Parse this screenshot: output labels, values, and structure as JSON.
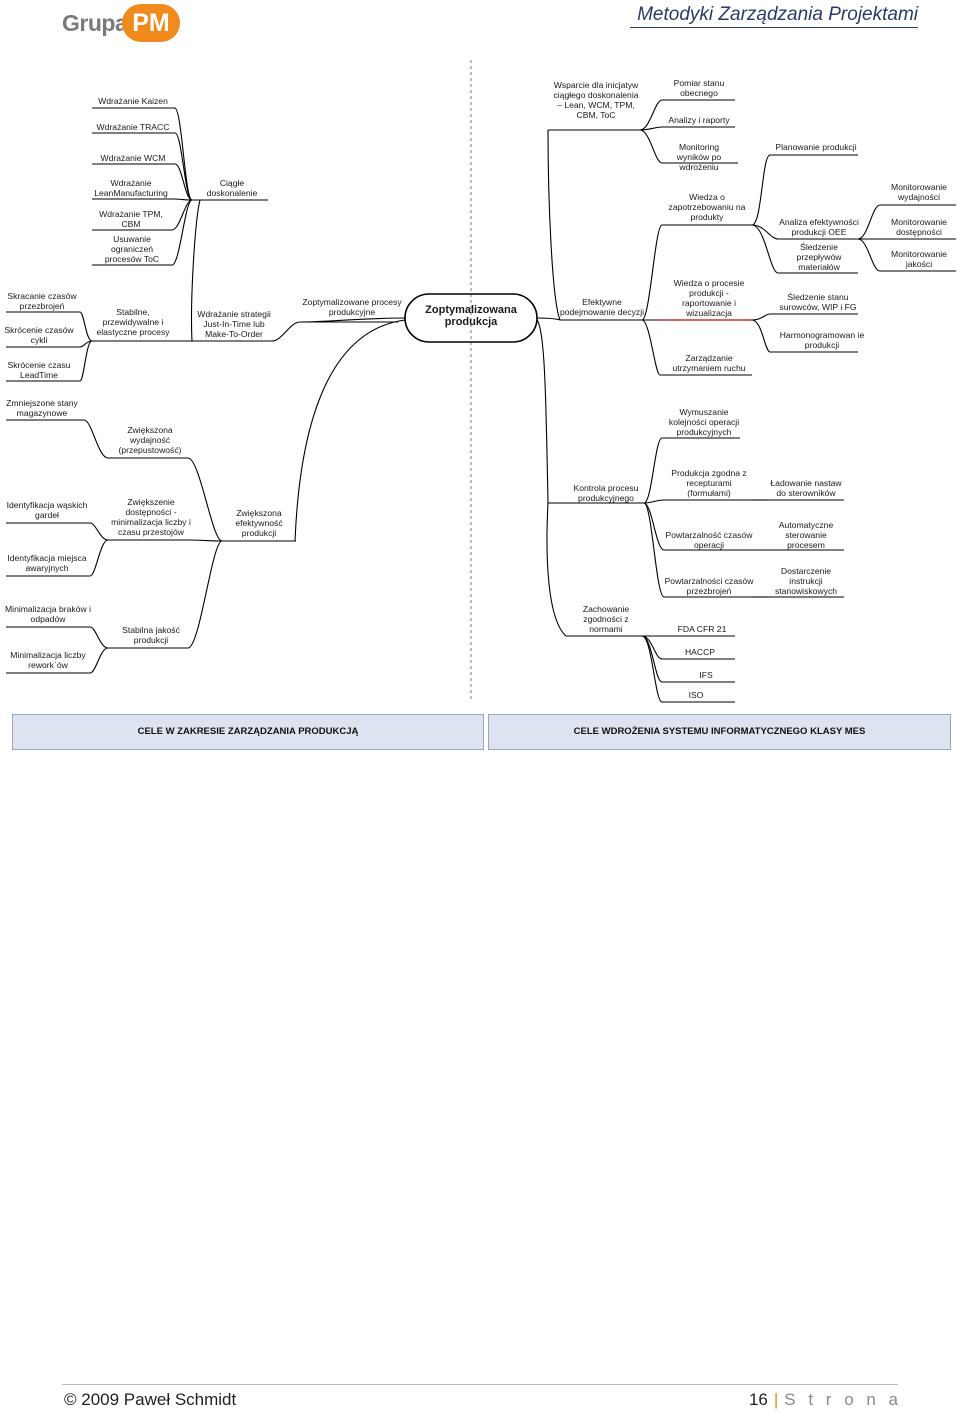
{
  "header": {
    "logo_text": "Grupa",
    "logo_badge": "PM",
    "doc_title": "Metodyki Zarządzania Projektami"
  },
  "root_label": "Zoptymalizowana produkcja",
  "nodes": {
    "zoptymalizowane_procesy": "Zoptymalizowane procesy produkcyjne",
    "wdrazanie_strategii": "Wdrażanie strategii Just-In-Time lub Make-To-Order",
    "ciagle_doskonalenie": "Ciągłe doskonalenie",
    "stabilne_procesy": "Stabilne, przewidywalne i elastyczne procesy",
    "wdrazanie_kaizen": "Wdrażanie Kaizen",
    "wdrazanie_tracc": "Wdrażanie TRACC",
    "wdrazanie_wcm": "Wdrażanie WCM",
    "wdrazanie_lean": "Wdrażanie LeanManufacturing",
    "wdrazanie_tpm": "Wdrażanie TPM, CBM",
    "usuwanie_ograniczen": "Usuwanie ograniczeń procesów ToC",
    "skracanie_przezbrojen": "Skracanie czasów przezbrojeń",
    "skrocenie_cykli": "Skrócenie czasów cykli",
    "skrocenie_leadtime": "Skrócenie czasu LeadTime",
    "zwiekszona_efektywnosc": "Zwiększona efektywność produkcji",
    "zwiekszona_wydajnosc": "Zwiększona wydajność (przepustowość)",
    "zmniejszone_stany": "Zmniejszone stany magazynowe",
    "zwiekszenie_dostepnosci": "Zwiększenie dostępności - minimalizacja liczby i czasu przestojów",
    "identyfikacja_gardel": "Identyfikacja wąskich gardeł",
    "identyfikacja_awaryjnych": "Identyfikacja miejsca awaryjnych",
    "stabilna_jakosc": "Stabilna jakość produkcji",
    "minimalizacja_brakow": "Minimalizacja braków i odpadów",
    "minimalizacja_reworkow": "Minimalizacja liczby rework`ów",
    "efektywne_decyzje": "Efektywne podejmowanie decyzji",
    "wsparcie_inicjatyw": "Wsparcie dla inicjatyw ciągłego doskonalenia – Lean, WCM, TPM, CBM, ToC",
    "pomiar_stanu": "Pomiar stanu obecnego",
    "analizy_raporty": "Analizy i raporty",
    "monitoring_wynikow": "Monitoring wyników po wdrożeniu",
    "wiedza_produkty": "Wiedza o zapotrzebowaniu na produkty",
    "planowanie_produkcji": "Planowanie produkcji",
    "wiedza_procesie": "Wiedza o procesie produkcji - raportowanie i wizualizacja",
    "analiza_oee": "Analiza efektywności produkcji OEE",
    "sledzenie_przeplywow": "Śledzenie przepływów materiałów",
    "sledzenie_stanu": "Śledzenie stanu surowców, WIP i FG",
    "harmonogramowanie": "Harmonogramowan ie produkcji",
    "monitorowanie_wydajnosci": "Monitorowanie wydajności",
    "monitorowanie_dostepnosci": "Monitorowanie dostępności",
    "monitorowanie_jakosci": "Monitorowanie jakości",
    "zarzadzanie_ruchu": "Zarządzanie utrzymaniem ruchu",
    "wymuszanie_kolejnosci": "Wymuszanie kolejności operacji produkcyjnych",
    "kontrola_procesu": "Kontrola procesu produkcyjnego",
    "produkcja_recepturami": "Produkcja zgodna z recepturami (formułami)",
    "ladowanie_nastaw": "Ładowanie nastaw do sterowników",
    "powtarzalnosc_operacji": "Powtarzalność czasów operacji",
    "automatyczne_sterowanie": "Automatyczne sterowanie procesem",
    "powtarzalnosc_przezbrojen": "Powtarzalności czasów przezbrojeń",
    "dostarczenie_instrukcji": "Dostarczenie instrukcji stanowiskowych",
    "zachowanie_zgodnosci": "Zachowanie zgodności z normami",
    "fda": "FDA CFR 21",
    "haccp": "HACCP",
    "ifs": "IFS",
    "iso": "ISO"
  },
  "banners": {
    "left": "CELE W ZAKRESIE ZARZĄDZANIA PRODUKCJĄ",
    "right": "CELE WDROŻENIA SYSTEMU INFORMATYCZNEGO KLASY MES"
  },
  "footer": {
    "copyright": "© 2009 Paweł Schmidt",
    "page_number": "16",
    "separator": "|",
    "page_word": "S t r o n a"
  },
  "colors": {
    "line": "#000000",
    "highlight": "#c0392b",
    "banner_bg": "#dde4ef",
    "accent": "#f08a1c",
    "title": "#2a3a6a"
  }
}
